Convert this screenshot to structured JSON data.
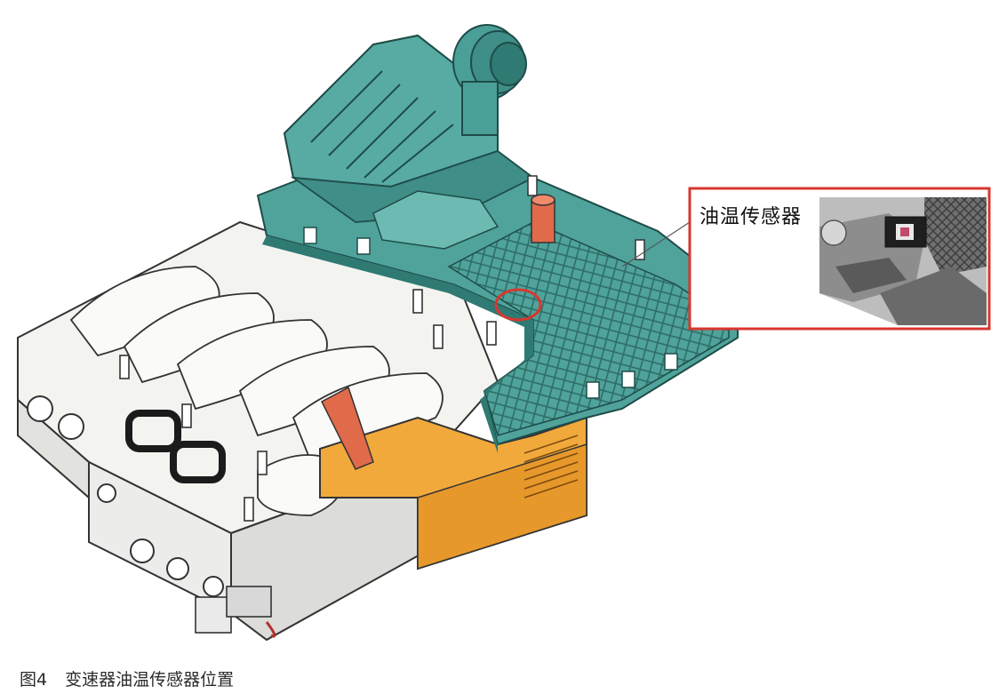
{
  "callout": {
    "label": "油温传感器"
  },
  "caption": {
    "figure_number": "图4",
    "title": "变速器油温传感器位置"
  },
  "colors": {
    "conductor_plate": "#4fa39b",
    "conductor_plate_dark": "#2f7a73",
    "valve_body": "#f4f4f1",
    "connector_orange": "#f2a93c",
    "highlight_red": "#d9362f",
    "sensor_pin": "#e06a4a"
  }
}
